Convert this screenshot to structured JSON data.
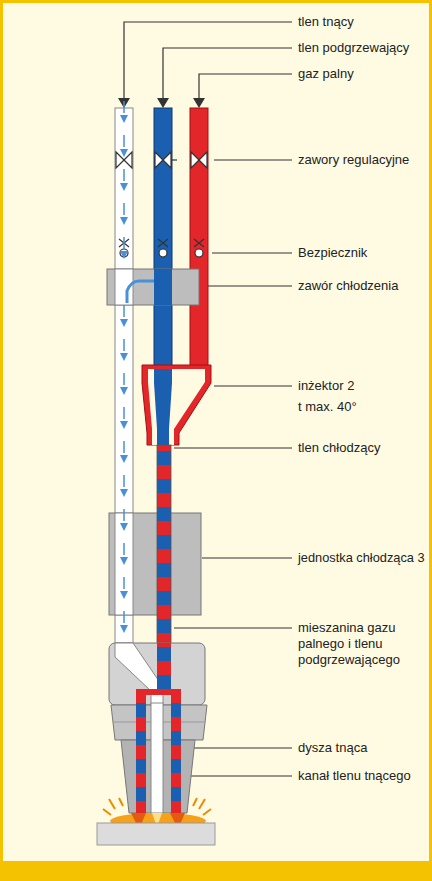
{
  "diagram": {
    "labels": [
      "tlen tnący",
      "tlen podgrzewający",
      "gaz palny",
      "zawory regulacyjne",
      "Bezpiecznik",
      "zawór chłodzenia",
      "inżektor 2",
      "t max. 40°",
      "tlen chłodzący",
      "jednostka chłodząca 3",
      "mieszanina gazu palnego i tlenu podgrzewającego",
      "dysza tnąca",
      "kanał tlenu tnącego"
    ]
  }
}
